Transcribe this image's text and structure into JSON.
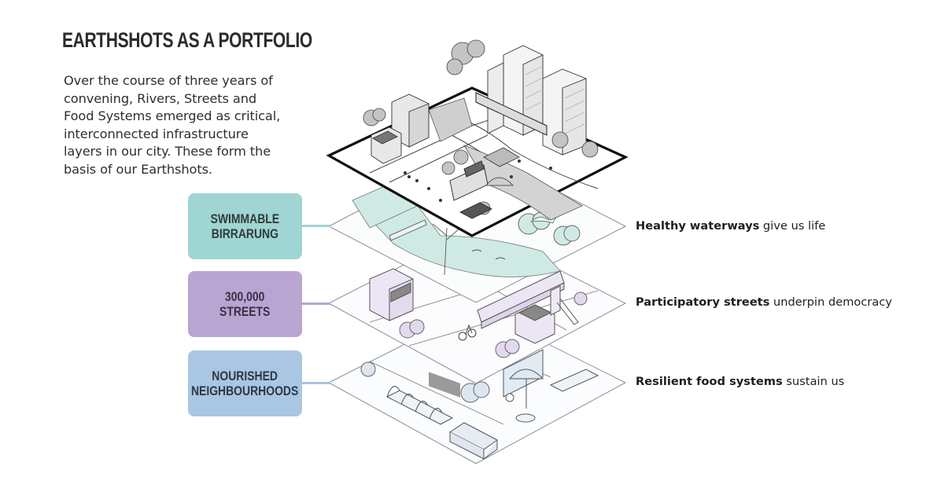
{
  "title": "EARTHSHOTS AS A PORTFOLIO",
  "intro": "Over the course of three years of\nconvening,  Rivers, Streets and\nFood Systems emerged as critical,\ninterconnected infrastructure\nlayers in our city. These form the\nbasis of our Earthshots.",
  "layers": [
    {
      "label": "SWIMMABLE\nBIRRARUNG",
      "color": "#9fd5d2",
      "caption_bold": "Healthy waterways",
      "caption_rest": " give us life",
      "theme": "river"
    },
    {
      "label": "300,000\nSTREETS",
      "color": "#b8a5d2",
      "caption_bold": "Participatory streets",
      "caption_rest": " underpin democracy",
      "theme": "streets"
    },
    {
      "label": "NOURISHED\nNEIGHBOURHOODS",
      "color": "#a9c6e2",
      "caption_bold": "Resilient food systems",
      "caption_rest": " sustain us",
      "theme": "food"
    }
  ],
  "illustration": {
    "top_layer": "combined city view (grey)",
    "elements": [
      "high-rise buildings",
      "tram",
      "trees",
      "solar-roof houses",
      "food truck",
      "market stalls",
      "river",
      "people"
    ]
  }
}
